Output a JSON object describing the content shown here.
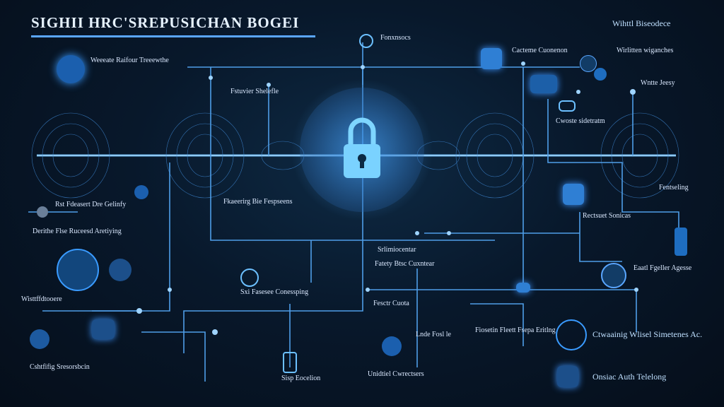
{
  "title": "SIGHII HRC'SREPUSICHAN BOGEI",
  "labels": {
    "top_mid": "Fonxnsocs",
    "tl_head": "Weeeate Raifour Treeewthe",
    "col2_head": "Fstuvier Shelefle",
    "tr_head1": "Cacteme Cuonenon",
    "tr_head2": "Wihttl Biseodece",
    "tr_sub": "Wirlitten wiganches",
    "r_mid": "Wntte Jeesy",
    "r_mid2": "Cwoste sidetratm",
    "left_a": "Rst Fdeasert Dre Gelinfy",
    "left_b": "Derithe Flse Ruceesd Aretiying",
    "mid_left": "Fkaeerirg Bie Fespseens",
    "right_m": "Fentseling",
    "right_b": "Rectsuet Sonicas",
    "right_c": "Eaatl Fgeller Agesse",
    "mid_lower": "Fatety Btsc Cuxntear",
    "mid_lower2": "Srlimiocentar",
    "c_low": "Sxi Fasesee Conessping",
    "c_low2": "Fesctr Cuota",
    "bl_1": "Wisttffdtooere",
    "bl_2": "Cshtfifig Sresorsbcin",
    "mid_bot1": "Lnde Fosl le",
    "mid_bot2": "Fiosetin Fleett Fsepa Eritlng",
    "mid_bot3": "Unidtiel Cwrectsers",
    "mid_bot4": "Sisp Eocelion",
    "br_1": "Ctwaainig Wlisel Simetenes Ac.",
    "br_2": "Onsiac Auth Telelong"
  },
  "icons": [
    "lock-icon",
    "shield-icon",
    "monitor-icon",
    "magnifier-icon",
    "cloud-icon",
    "cube-icon",
    "clock-icon",
    "pipe-icon",
    "user-icon",
    "router-icon",
    "server-icon",
    "key-icon"
  ]
}
